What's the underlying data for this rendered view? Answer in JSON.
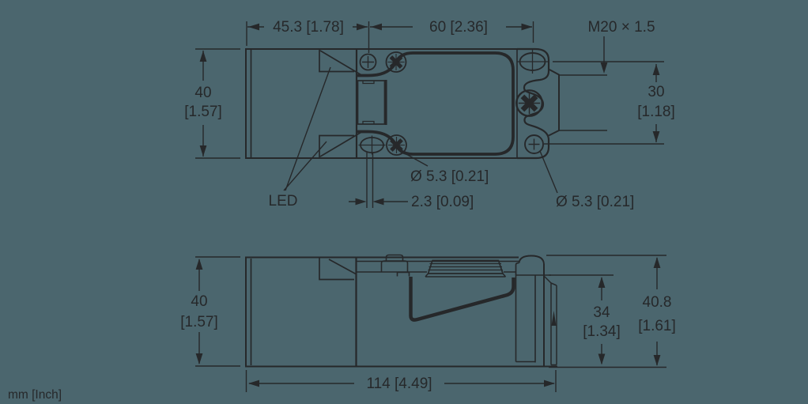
{
  "colors": {
    "background": "#4B666E",
    "line": "#26282A"
  },
  "units_label": "mm [Inch]",
  "top_view": {
    "dim_face_length": "45.3 [1.78]",
    "dim_hole_spacing_x": "60 [2.36]",
    "thread_label": "M20 × 1.5",
    "dim_height_mm": "40",
    "dim_height_inch": "[1.57]",
    "dim_gland_spacing_mm": "30",
    "dim_gland_spacing_inch": "[1.18]",
    "led_label": "LED",
    "dim_hole_front": "Ø 5.3 [0.21]",
    "dim_hole_offset": "2.3 [0.09]",
    "dim_hole_rear": "Ø 5.3 [0.21]"
  },
  "side_view": {
    "dim_height_mm": "40",
    "dim_height_inch": "[1.57]",
    "dim_length": "114 [4.49]",
    "dim_base_height_mm": "34",
    "dim_base_height_inch": "[1.34]",
    "dim_overall_height_mm": "40.8",
    "dim_overall_height_inch": "[1.61]"
  }
}
